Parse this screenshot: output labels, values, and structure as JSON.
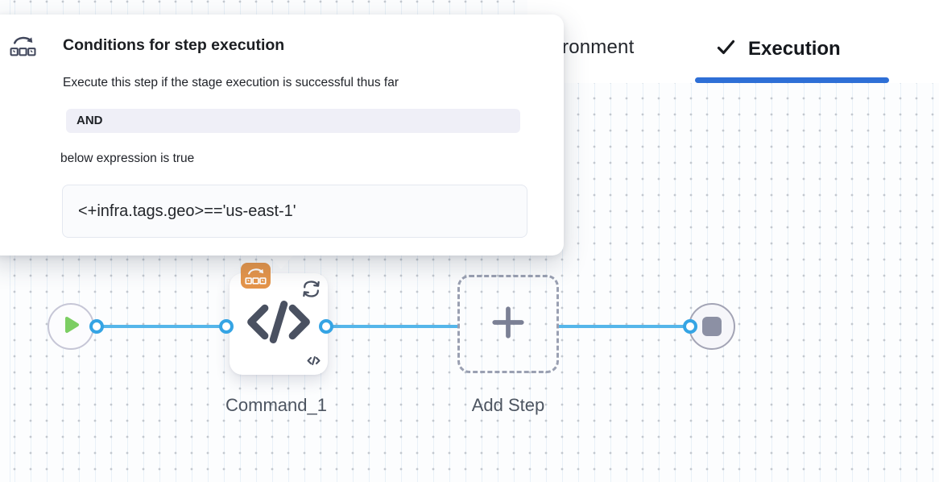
{
  "popover": {
    "icon": "conditional-execution-icon",
    "title": "Conditions for step execution",
    "description": "Execute this step if the stage execution is successful thus far",
    "operator_label": "AND",
    "expression_caption": "below expression is true",
    "expression": "<+infra.tags.geo>=='us-east-1'"
  },
  "tabs": {
    "partial_left_tab_label": "ronment",
    "active_tab": {
      "icon": "check-icon",
      "label": "Execution"
    },
    "underline_color": "#2e6fd6"
  },
  "pipeline": {
    "start_node": {
      "icon": "play-icon"
    },
    "steps": [
      {
        "name": "Command_1",
        "icon": "code-icon",
        "badges": [
          "conditional-execution-icon",
          "looping-strategy-icon"
        ]
      }
    ],
    "add_step_label": "Add Step",
    "end_node": {
      "icon": "stop-icon"
    },
    "connector_color": "#55b6ea",
    "port_color": "#35a4e4"
  },
  "colors": {
    "accent_blue": "#2e6fd6",
    "badge_orange": "#e5954a",
    "play_green": "#7cce63",
    "slate_icon": "#4a5161"
  }
}
